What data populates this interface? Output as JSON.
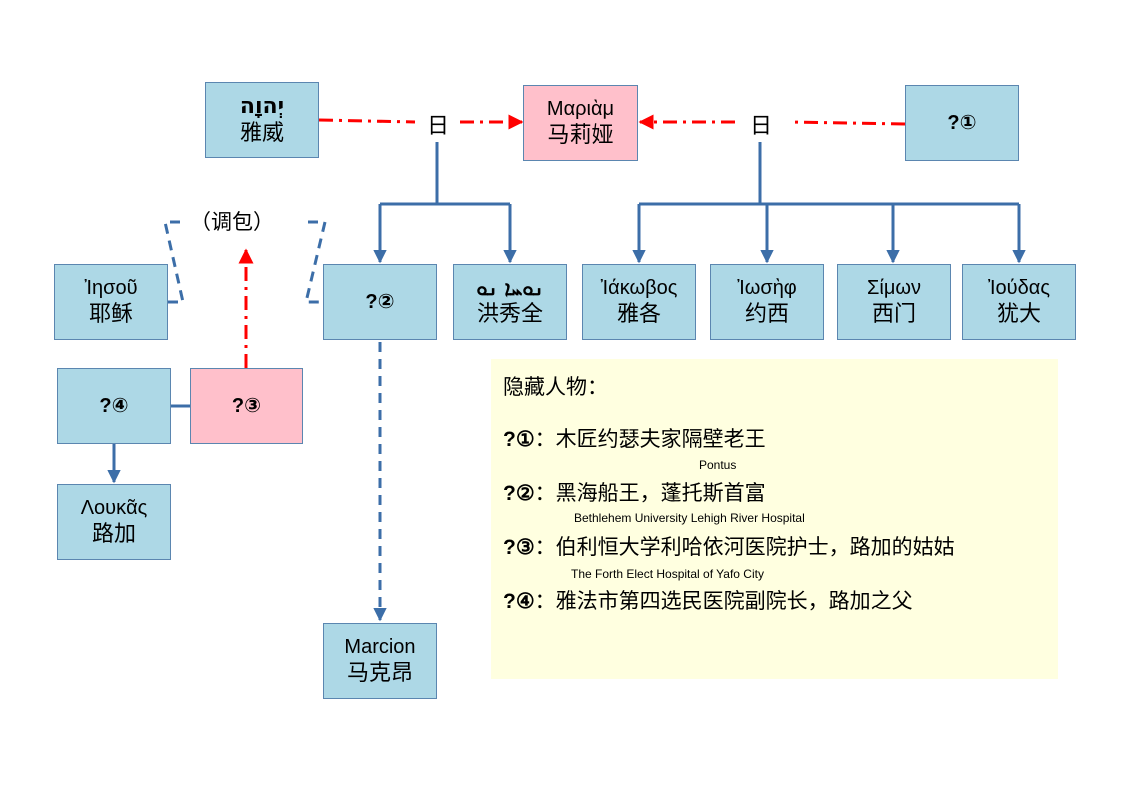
{
  "nodes": {
    "yhwh": {
      "line1": "יְהוָה",
      "line2": "雅威"
    },
    "mariam": {
      "line1": "Μαριὰμ",
      "line2": "马莉娅"
    },
    "unknown1": {
      "line1": "?①"
    },
    "iesous": {
      "line1": "Ἰησοῦ",
      "line2": "耶稣"
    },
    "unknown2": {
      "line1": "?②"
    },
    "hong": {
      "line1": "ܢܘܚܐ ܢܘ",
      "line2": "洪秀全"
    },
    "iakobos": {
      "line1": "Ἰάκωβος",
      "line2": "雅各"
    },
    "ioseph": {
      "line1": "Ἰωσὴφ",
      "line2": "约西"
    },
    "simon": {
      "line1": "Σίμων",
      "line2": "西门"
    },
    "ioudas": {
      "line1": "Ἰούδας",
      "line2": "犹大"
    },
    "unknown4": {
      "line1": "?④"
    },
    "unknown3": {
      "line1": "?③"
    },
    "loukas": {
      "line1": "Λουκᾶς",
      "line2": "路加"
    },
    "marcion": {
      "line1": "Marcion",
      "line2": "马克昂"
    }
  },
  "labels": {
    "ri_left": "日",
    "ri_right": "日",
    "swap": "（调包）"
  },
  "note": {
    "title": "隐藏人物：",
    "items": [
      {
        "key": "?①",
        "text": "：木匠约瑟夫家隔壁老王",
        "caption": ""
      },
      {
        "key": "?②",
        "text": "：黑海船王，蓬托斯首富",
        "caption": "Pontus"
      },
      {
        "key": "?③",
        "text": "：伯利恒大学利哈依河医院护士，路加的姑姑",
        "caption": "Bethlehem University Lehigh River Hospital"
      },
      {
        "key": "?④",
        "text": "：雅法市第四选民医院副院长，路加之父",
        "caption": "The Forth Elect Hospital of Yafo City"
      }
    ]
  },
  "colors": {
    "box_blue": "#add8e6",
    "box_pink": "#ffc0cb",
    "line_blue": "#3c6ea8",
    "line_red": "#ff0000",
    "note_bg": "#ffffe0"
  }
}
